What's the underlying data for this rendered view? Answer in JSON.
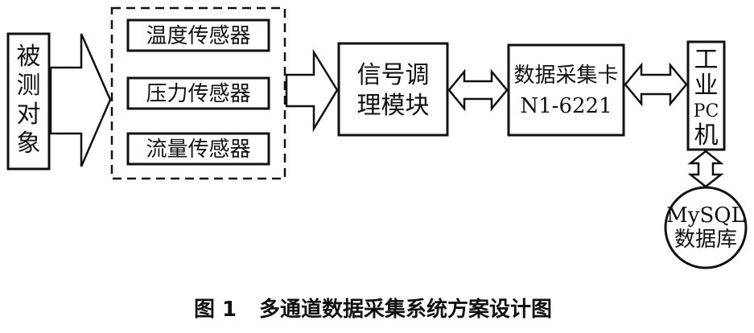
{
  "diagram": {
    "object_under_test": [
      "被",
      "测",
      "对",
      "象"
    ],
    "sensors": {
      "temperature": "温度传感器",
      "pressure": "压力传感器",
      "flow": "流量传感器"
    },
    "signal_conditioning": [
      "信号调",
      "理模块"
    ],
    "daq_card": {
      "title": "数据采集卡",
      "model": "N1-6221"
    },
    "industrial_pc": [
      "工",
      "业",
      "PC",
      "机"
    ],
    "database": [
      "MySQL",
      "数据库"
    ]
  },
  "caption": {
    "figure_number": "图 1",
    "title": "多通道数据采集系统方案设计图"
  }
}
